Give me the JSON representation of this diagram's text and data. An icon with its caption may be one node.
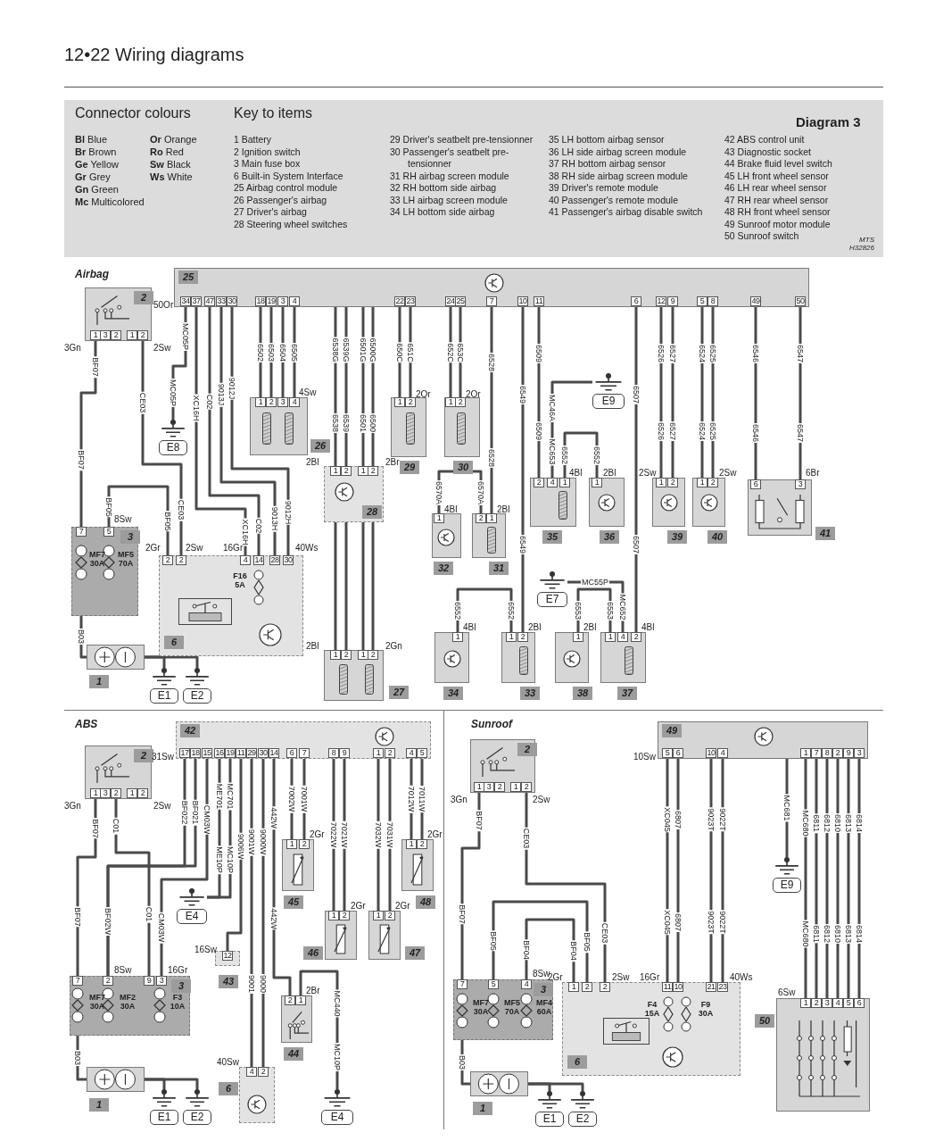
{
  "diagram": {
    "title": "12•22 Wiring diagrams",
    "nodes": [
      {
        "text": [
          "2",
          "1 3 2 1 2"
        ],
        "beside": [
          "3Gn",
          "2Sw"
        ]
      },
      {
        "text": [
          "25",
          "34 37 47 33 30 18 19 3 4 22 23 24 25 7 10 11 6 12 9 5 8 49 50"
        ],
        "beside": [
          "50Or"
        ]
      },
      {
        "text": [
          "3",
          "7 5",
          "MF7 30A",
          "MF5 70A"
        ],
        "beside": [
          "8Sw"
        ]
      },
      {
        "text": [
          "2 2 4 14 28 30",
          "F16 5A",
          "6"
        ],
        "beside": [
          "2Gr",
          "2Sw",
          "16Gr",
          "40Ws"
        ]
      },
      {
        "text": [
          "1"
        ]
      },
      {
        "text": [
          "E1"
        ]
      },
      {
        "text": [
          "E2"
        ]
      },
      {
        "text": [
          "E8"
        ]
      },
      {
        "text": [
          "1 2 3 4",
          "26"
        ],
        "beside": [
          "4Sw"
        ]
      },
      {
        "text": [
          "1 2 1 2",
          "28"
        ],
        "beside": [
          "2Bl",
          "2Br"
        ]
      },
      {
        "text": [
          "1 2 1 2",
          "27"
        ],
        "beside": [
          "2Bl",
          "2Gn"
        ]
      },
      {
        "text": [
          "1 2",
          "29"
        ],
        "beside": [
          "2Or"
        ]
      },
      {
        "text": [
          "1 2",
          "30"
        ],
        "beside": [
          "2Or"
        ]
      },
      {
        "text": [
          "1",
          "32"
        ],
        "beside": [
          "4Bl"
        ]
      },
      {
        "text": [
          "2 1",
          "31"
        ],
        "beside": [
          "2Bl"
        ]
      },
      {
        "text": [
          "2 4 1",
          "35"
        ],
        "beside": [
          "4Bl"
        ]
      },
      {
        "text": [
          "1",
          "36"
        ],
        "beside": [
          "2Bl"
        ]
      },
      {
        "text": [
          "E9"
        ]
      },
      {
        "text": [
          "1 2",
          "39"
        ],
        "beside": [
          "2Sw"
        ]
      },
      {
        "text": [
          "1 2",
          "40"
        ],
        "beside": [
          "2Sw"
        ]
      },
      {
        "text": [
          "6 3",
          "41"
        ],
        "beside": [
          "6Br"
        ]
      },
      {
        "text": [
          "E7"
        ]
      },
      {
        "text": [
          "1",
          "34"
        ],
        "beside": [
          "4Bl"
        ]
      },
      {
        "text": [
          "1 2",
          "33"
        ],
        "beside": [
          "2Bl"
        ]
      },
      {
        "text": [
          "1",
          "38"
        ],
        "beside": [
          "2Bl"
        ]
      },
      {
        "text": [
          "1 4 2",
          "37"
        ],
        "beside": [
          "4Bl"
        ]
      },
      {
        "text": [
          "2",
          "1 3 2 1 2"
        ],
        "beside": [
          "3Gn",
          "2Sw"
        ]
      },
      {
        "text": [
          "42",
          "17 18 15 16 19 11 29 30 14 6 7 8 9 1 2 4 5"
        ],
        "beside": [
          "31Sw"
        ]
      },
      {
        "text": [
          "3",
          "7 2",
          "9 3",
          "MF7 30A",
          "MF2 30A",
          "F3 10A"
        ],
        "beside": [
          "8Sw",
          "16Gr"
        ]
      },
      {
        "text": [
          "1"
        ]
      },
      {
        "text": [
          "E1"
        ]
      },
      {
        "text": [
          "E2"
        ]
      },
      {
        "text": [
          "E4"
        ]
      },
      {
        "text": [
          "12",
          "43"
        ],
        "beside": [
          "16Sw"
        ]
      },
      {
        "text": [
          "4 2",
          "6"
        ],
        "beside": [
          "40Sw"
        ]
      },
      {
        "text": [
          "2 1",
          "44"
        ],
        "beside": [
          "2Br"
        ]
      },
      {
        "text": [
          "E4"
        ]
      },
      {
        "text": [
          "1 2",
          "45"
        ],
        "beside": [
          "2Gr"
        ]
      },
      {
        "text": [
          "1 2",
          "46"
        ],
        "beside": [
          "2Gr"
        ]
      },
      {
        "text": [
          "1 2",
          "47"
        ],
        "beside": [
          "2Gr"
        ]
      },
      {
        "text": [
          "1 2",
          "48"
        ],
        "beside": [
          "2Gr"
        ]
      },
      {
        "text": [
          "2",
          "1 3 2 1 2"
        ],
        "beside": [
          "3Gn",
          "2Sw"
        ]
      },
      {
        "text": [
          "49",
          "5 6 10 4 1 7 8 2 9 3"
        ],
        "beside": [
          "10Sw"
        ]
      },
      {
        "text": [
          "3",
          "7 5 4",
          "MF7 30A",
          "MF5 70A",
          "MF4 60A"
        ],
        "beside": [
          "8Sw"
        ]
      },
      {
        "text": [
          "1 2 2 11 10 21 23",
          "F4 15A",
          "F9 30A",
          "6"
        ],
        "beside": [
          "2Gr",
          "2Sw",
          "16Gr",
          "40Ws"
        ]
      },
      {
        "text": [
          "1"
        ]
      },
      {
        "text": [
          "E1"
        ]
      },
      {
        "text": [
          "E2"
        ]
      },
      {
        "text": [
          "E9"
        ]
      },
      {
        "text": [
          "1 2 3 4 5 6",
          "50"
        ],
        "beside": [
          "6Sw"
        ]
      }
    ],
    "edges": [
      {
        "from": 0,
        "to": 2,
        "label": "BF07",
        "arrow": "none"
      },
      {
        "from": 0,
        "to": 3,
        "label": "CE03",
        "arrow": "none"
      },
      {
        "from": 2,
        "to": 3,
        "label": "BF05",
        "arrow": "none"
      },
      {
        "from": 2,
        "to": 4,
        "label": "B03",
        "arrow": "none"
      },
      {
        "from": 4,
        "to": 5,
        "arrow": "none"
      },
      {
        "from": 4,
        "to": 6,
        "arrow": "none"
      },
      {
        "from": 1,
        "to": 7,
        "label": "MC05P",
        "arrow": "none"
      },
      {
        "from": 1,
        "to": 3,
        "label": "XC16H",
        "arrow": "none"
      },
      {
        "from": 1,
        "to": 3,
        "label": "C02",
        "arrow": "none"
      },
      {
        "from": 1,
        "to": 3,
        "label": "9013J",
        "arrow": "none"
      },
      {
        "from": 1,
        "to": 3,
        "label": "9012J",
        "arrow": "none"
      },
      {
        "from": 1,
        "to": 8,
        "label": "6502",
        "arrow": "none"
      },
      {
        "from": 1,
        "to": 8,
        "label": "6503",
        "arrow": "none"
      },
      {
        "from": 1,
        "to": 8,
        "label": "6504",
        "arrow": "none"
      },
      {
        "from": 1,
        "to": 8,
        "label": "6505",
        "arrow": "none"
      },
      {
        "from": 1,
        "to": 9,
        "label": "6538G",
        "arrow": "none"
      },
      {
        "from": 1,
        "to": 9,
        "label": "6539G",
        "arrow": "none"
      },
      {
        "from": 1,
        "to": 9,
        "label": "6501G",
        "arrow": "none"
      },
      {
        "from": 1,
        "to": 9,
        "label": "6500G",
        "arrow": "none"
      },
      {
        "from": 9,
        "to": 10,
        "arrow": "none"
      },
      {
        "from": 9,
        "to": 10,
        "arrow": "none"
      },
      {
        "from": 9,
        "to": 10,
        "arrow": "none"
      },
      {
        "from": 9,
        "to": 10,
        "arrow": "none"
      },
      {
        "from": 1,
        "to": 11,
        "label": "650C",
        "arrow": "none"
      },
      {
        "from": 1,
        "to": 11,
        "label": "651C",
        "arrow": "none"
      },
      {
        "from": 1,
        "to": 12,
        "label": "652C",
        "arrow": "none"
      },
      {
        "from": 1,
        "to": 12,
        "label": "653C",
        "arrow": "none"
      },
      {
        "from": 13,
        "to": 14,
        "label": "6570A",
        "arrow": "none"
      },
      {
        "from": 1,
        "to": 14,
        "label": "6528",
        "arrow": "none"
      },
      {
        "from": 1,
        "to": 23,
        "label": "6549",
        "arrow": "none"
      },
      {
        "from": 1,
        "to": 15,
        "label": "6509",
        "arrow": "none"
      },
      {
        "from": 17,
        "to": 15,
        "label": "MC46A",
        "arrow": "none"
      },
      {
        "from": 15,
        "to": 16,
        "label": "6552",
        "arrow": "none"
      },
      {
        "from": 1,
        "to": 25,
        "label": "6507",
        "arrow": "none"
      },
      {
        "from": 1,
        "to": 18,
        "label": "6526",
        "arrow": "none"
      },
      {
        "from": 1,
        "to": 18,
        "label": "6527",
        "arrow": "none"
      },
      {
        "from": 1,
        "to": 19,
        "label": "6524",
        "arrow": "none"
      },
      {
        "from": 1,
        "to": 19,
        "label": "6525",
        "arrow": "none"
      },
      {
        "from": 1,
        "to": 20,
        "label": "6546",
        "arrow": "none"
      },
      {
        "from": 1,
        "to": 20,
        "label": "6547",
        "arrow": "none"
      },
      {
        "from": 22,
        "to": 23,
        "label": "6552",
        "arrow": "none"
      },
      {
        "from": 21,
        "to": 25,
        "label": "MC55P",
        "arrow": "none"
      },
      {
        "from": 24,
        "to": 25,
        "label": "6553",
        "arrow": "none"
      },
      {
        "from": 26,
        "to": 28,
        "label": "BF07",
        "arrow": "none"
      },
      {
        "from": 26,
        "to": 28,
        "label": "C01",
        "arrow": "none"
      },
      {
        "from": 27,
        "to": 28,
        "label": "BF022",
        "arrow": "none"
      },
      {
        "from": 27,
        "to": 28,
        "label": "BF021",
        "arrow": "none"
      },
      {
        "from": 27,
        "to": 28,
        "label": "CM03W",
        "arrow": "none"
      },
      {
        "from": 27,
        "to": 32,
        "label": "ME701",
        "arrow": "none"
      },
      {
        "from": 27,
        "to": 32,
        "label": "MC701",
        "arrow": "none"
      },
      {
        "from": 27,
        "to": 33,
        "label": "9006W",
        "arrow": "none"
      },
      {
        "from": 27,
        "to": 34,
        "label": "9001W",
        "arrow": "none"
      },
      {
        "from": 27,
        "to": 34,
        "label": "9000W",
        "arrow": "none"
      },
      {
        "from": 27,
        "to": 35,
        "label": "442W",
        "arrow": "none"
      },
      {
        "from": 35,
        "to": 36,
        "label": "MC440",
        "arrow": "none"
      },
      {
        "from": 27,
        "to": 37,
        "label": "7002W",
        "arrow": "none"
      },
      {
        "from": 27,
        "to": 37,
        "label": "7001W",
        "arrow": "none"
      },
      {
        "from": 27,
        "to": 38,
        "label": "7022W",
        "arrow": "none"
      },
      {
        "from": 27,
        "to": 38,
        "label": "7021W",
        "arrow": "none"
      },
      {
        "from": 27,
        "to": 39,
        "label": "7032W",
        "arrow": "none"
      },
      {
        "from": 27,
        "to": 39,
        "label": "7031W",
        "arrow": "none"
      },
      {
        "from": 27,
        "to": 40,
        "label": "7012W",
        "arrow": "none"
      },
      {
        "from": 27,
        "to": 40,
        "label": "7011W",
        "arrow": "none"
      },
      {
        "from": 28,
        "to": 29,
        "label": "B03",
        "arrow": "none"
      },
      {
        "from": 29,
        "to": 30,
        "arrow": "none"
      },
      {
        "from": 29,
        "to": 31,
        "arrow": "none"
      },
      {
        "from": 41,
        "to": 43,
        "label": "BF07",
        "arrow": "none"
      },
      {
        "from": 41,
        "to": 44,
        "label": "CE03",
        "arrow": "none"
      },
      {
        "from": 43,
        "to": 44,
        "label": "BF05",
        "arrow": "none"
      },
      {
        "from": 43,
        "to": 44,
        "label": "BF04",
        "arrow": "none"
      },
      {
        "from": 43,
        "to": 45,
        "label": "B03",
        "arrow": "none"
      },
      {
        "from": 45,
        "to": 46,
        "arrow": "none"
      },
      {
        "from": 45,
        "to": 47,
        "arrow": "none"
      },
      {
        "from": 42,
        "to": 44,
        "label": "XC045",
        "arrow": "none"
      },
      {
        "from": 42,
        "to": 44,
        "label": "6807",
        "arrow": "none"
      },
      {
        "from": 42,
        "to": 44,
        "label": "9023T",
        "arrow": "none"
      },
      {
        "from": 42,
        "to": 44,
        "label": "9022T",
        "arrow": "none"
      },
      {
        "from": 42,
        "to": 48,
        "label": "MC681",
        "arrow": "none"
      },
      {
        "from": 42,
        "to": 49,
        "label": "MC680",
        "arrow": "none"
      },
      {
        "from": 42,
        "to": 49,
        "label": "6811",
        "arrow": "none"
      },
      {
        "from": 42,
        "to": 49,
        "label": "6812",
        "arrow": "none"
      },
      {
        "from": 42,
        "to": 49,
        "label": "6810",
        "arrow": "none"
      },
      {
        "from": 42,
        "to": 49,
        "label": "6813",
        "arrow": "none"
      },
      {
        "from": 42,
        "to": 49,
        "label": "6814",
        "arrow": "none"
      }
    ],
    "labels": [
      "Diagram 3",
      "Connector colours",
      "**Bl** Blue",
      "**Or** Orange",
      "**Br** Brown",
      "**Ro** Red",
      "**Ge** Yellow",
      "**Sw** Black",
      "**Gr** Grey",
      "**Ws** White",
      "**Gn** Green",
      "**Mc** Multicolored",
      "Key to items",
      "1 Battery",
      "2 Ignition switch",
      "3 Main fuse box",
      "6 Built-in System Interface",
      "25 Airbag control module",
      "26 Passenger's airbag",
      "27 Driver's airbag",
      "28 Steering wheel switches",
      "29 Driver's seatbelt pre-tensionner",
      "30 Passenger's seatbelt pre-tensionner",
      "31 RH airbag screen module",
      "32 RH bottom side airbag",
      "33 LH airbag screen module",
      "34 LH bottom side airbag",
      "35 LH bottom airbag sensor",
      "36 LH side airbag screen module",
      "37 RH bottom airbag sensor",
      "38 RH side airbag screen module",
      "39 Driver's remote module",
      "40 Passenger's remote module",
      "41 Passenger's airbag disable switch",
      "42 ABS control unit",
      "43 Diagnostic socket",
      "44 Brake fluid level switch",
      "45 LH front wheel sensor",
      "46 LH rear wheel sensor",
      "47 RH rear wheel sensor",
      "48 RH front wheel sensor",
      "49 Sunroof motor module",
      "50 Sunroof switch",
      "MTS H32826",
      "Airbag",
      "ABS",
      "Sunroof",
      "BF07",
      "CE03",
      "BF05",
      "MC05P",
      "XC16H",
      "C02",
      "9013H",
      "9012H",
      "6538",
      "6539",
      "6501",
      "6500",
      "6570A",
      "6528",
      "6549",
      "6509",
      "MC653",
      "6552",
      "6507",
      "6526",
      "6527",
      "6524",
      "6525",
      "6546",
      "6547",
      "6552",
      "6553",
      "MC652",
      "BF07",
      "C01",
      "BF02W",
      "CM03W",
      "ME10P",
      "MC10P",
      "9001",
      "9000",
      "442W",
      "MC10P",
      "BF07",
      "CE03",
      "BF05",
      "BF04",
      "XC045",
      "6807",
      "9023T",
      "9022T",
      "MC680",
      "6811",
      "6812",
      "6810",
      "6813",
      "6814"
    ]
  }
}
